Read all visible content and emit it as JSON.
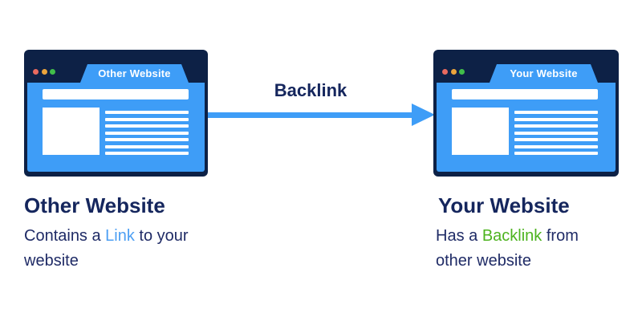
{
  "diagram": {
    "arrow_label": "Backlink",
    "left_window": {
      "tab_label": "Other Website"
    },
    "right_window": {
      "tab_label": "Your Website"
    },
    "window_graphic": {
      "content_line_count": 7
    },
    "left_caption": {
      "title": "Other Website",
      "desc_before": "Contains a ",
      "desc_highlight": "Link",
      "desc_after": " to your website"
    },
    "right_caption": {
      "title": "Your Website",
      "desc_before": "Has a ",
      "desc_highlight": "Backlink",
      "desc_after": " from other website"
    },
    "colors": {
      "frame_navy": "#0D2146",
      "window_blue": "#3E9DF7",
      "arrow_blue": "#3E9DF7",
      "heading_navy": "#15265D",
      "body_navy": "#1F2B66",
      "link_blue": "#4D9FF3",
      "backlink_green": "#4DB31F",
      "dot_red": "#E96A5F",
      "dot_orange": "#EBA43C",
      "dot_green": "#41BE4A"
    }
  }
}
